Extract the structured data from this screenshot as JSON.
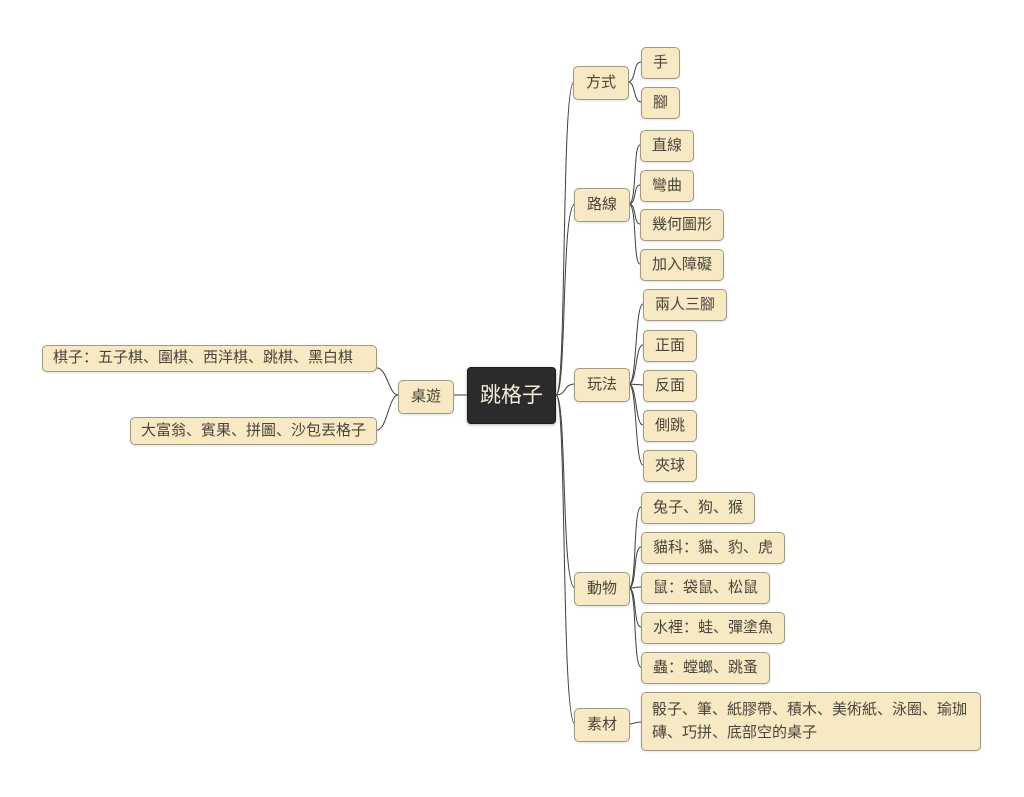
{
  "colors": {
    "node_fill": "#f7e9c4",
    "node_border": "#a09a82",
    "node_text": "#4a453a",
    "root_fill": "#2b2b2b",
    "root_text": "#f2ecd9",
    "connector_line": "#3f3f3f",
    "background": "#ffffff"
  },
  "root": {
    "label": "跳格子"
  },
  "left": {
    "label": "桌遊",
    "children": [
      {
        "label": "棋子：五子棋、圍棋、西洋棋、跳棋、黑白棋"
      },
      {
        "label": "大富翁、賓果、拼圖、沙包丟格子"
      }
    ]
  },
  "right": [
    {
      "label": "方式",
      "children": [
        {
          "label": "手"
        },
        {
          "label": "腳"
        }
      ]
    },
    {
      "label": "路線",
      "children": [
        {
          "label": "直線"
        },
        {
          "label": "彎曲"
        },
        {
          "label": "幾何圖形"
        },
        {
          "label": "加入障礙"
        }
      ]
    },
    {
      "label": "玩法",
      "children": [
        {
          "label": "兩人三腳"
        },
        {
          "label": "正面"
        },
        {
          "label": "反面"
        },
        {
          "label": "側跳"
        },
        {
          "label": "夾球"
        }
      ]
    },
    {
      "label": "動物",
      "children": [
        {
          "label": "兔子、狗、猴"
        },
        {
          "label": "貓科：貓、豹、虎"
        },
        {
          "label": "鼠：袋鼠、松鼠"
        },
        {
          "label": "水裡：蛙、彈塗魚"
        },
        {
          "label": "蟲：螳螂、跳蚤"
        }
      ]
    },
    {
      "label": "素材",
      "children": [
        {
          "label": "骰子、筆、紙膠帶、積木、美術紙、泳圈、瑜珈磚、巧拼、底部空的桌子"
        }
      ]
    }
  ]
}
